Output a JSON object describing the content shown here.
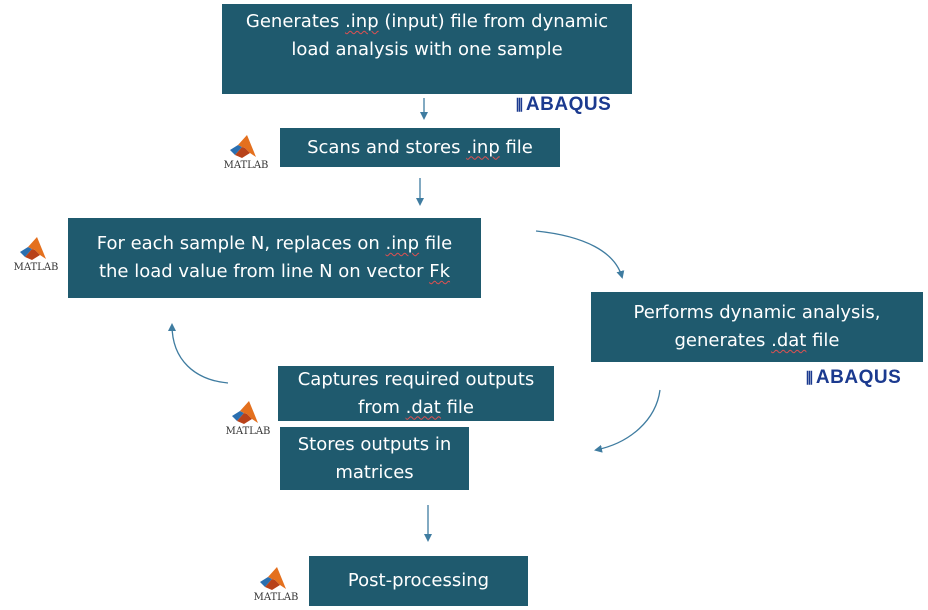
{
  "colors": {
    "box": "#1f5a6e",
    "arrow": "#3f7ca0"
  },
  "boxes": {
    "generate": {
      "line1_a": "Generates ",
      "line1_b": ".inp",
      "line1_c": " (input) file from dynamic",
      "line2": "load analysis with one sample"
    },
    "scan": {
      "a": "Scans and stores ",
      "b": ".inp",
      "c": " file"
    },
    "replace": {
      "line1_a": "For each sample N, replaces on ",
      "line1_b": ".inp",
      "line1_c": " file",
      "line2_a": "the load value from line N on vector ",
      "line2_b": "Fk"
    },
    "perform": {
      "line1": "Performs dynamic analysis,",
      "line2_a": "generates  ",
      "line2_b": ".dat",
      "line2_c": " file"
    },
    "capture": {
      "line1": "Captures required outputs",
      "line2_a": "from ",
      "line2_b": ".dat",
      "line2_c": " file"
    },
    "store": {
      "line1": "Stores outputs in",
      "line2": "matrices"
    },
    "post": {
      "label": "Post-processing"
    }
  },
  "logos": {
    "matlab_text": "MATLAB",
    "abaqus_text": "ABAQUS",
    "icons": [
      "matlab-icon",
      "abaqus-icon"
    ]
  }
}
